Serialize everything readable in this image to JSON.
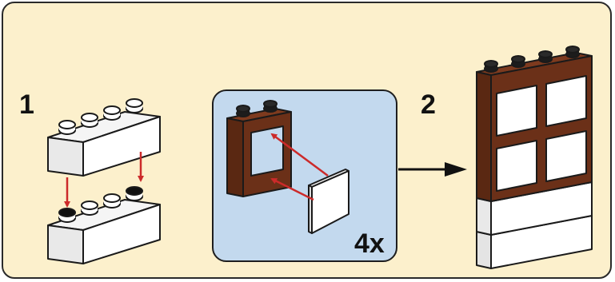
{
  "steps": [
    {
      "number": "1"
    },
    {
      "number": "2"
    }
  ],
  "callout": {
    "quantity": "4x"
  },
  "colors": {
    "panel_background": "#fcf0cc",
    "callout_background": "#c3d9ee",
    "brick_white": "#ffffff",
    "frame_brown": "#6b3018",
    "arrow_red": "#cc2a2a",
    "outline": "#1a1a1a"
  },
  "icons": [
    "white-1x4-brick",
    "window-frame-1x2x2",
    "window-glass-pane",
    "red-placement-arrow",
    "black-flow-arrow"
  ]
}
